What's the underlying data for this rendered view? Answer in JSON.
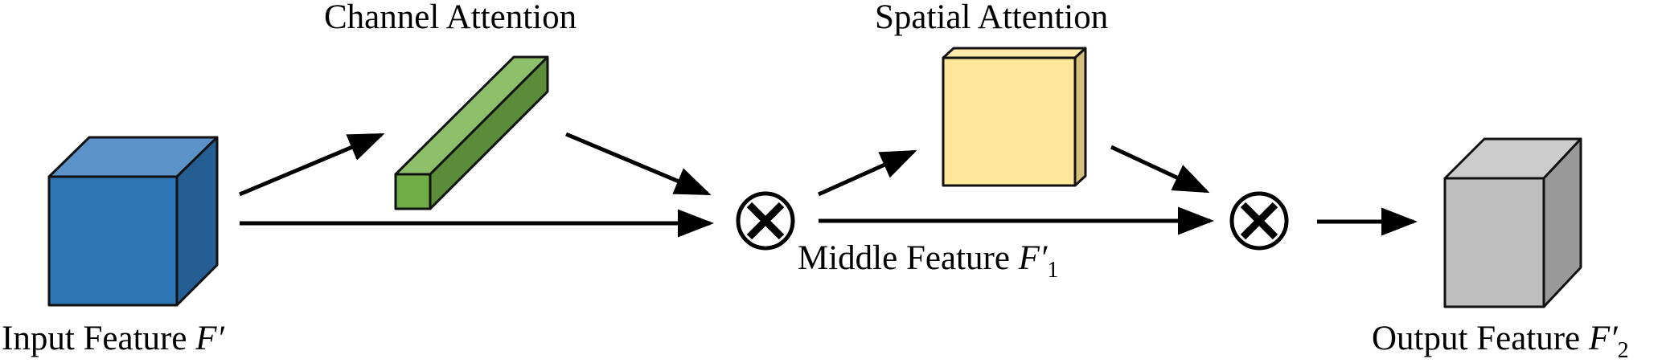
{
  "title": "CBAM attention module diagram",
  "labels": {
    "channel_attention": "Channel Attention",
    "spatial_attention": "Spatial Attention",
    "input_feature": "Input Feature",
    "input_symbol": "F′",
    "middle_feature": "Middle Feature",
    "middle_symbol": "F′",
    "middle_subscript": "1",
    "output_feature": "Output Feature",
    "output_symbol": "F′",
    "output_subscript": "2"
  },
  "nodes": [
    {
      "id": "input",
      "shape": "cube",
      "colors": {
        "front": "#2E75B6",
        "top": "#5B93C9",
        "side": "#245E93"
      }
    },
    {
      "id": "channel-attention",
      "shape": "bar",
      "colors": {
        "front": "#70AD47",
        "top": "#8DBF6A",
        "side": "#5A8C3A"
      }
    },
    {
      "id": "multiply-1",
      "shape": "otimes"
    },
    {
      "id": "spatial-attention",
      "shape": "slab",
      "colors": {
        "front": "#FFE699",
        "top": "#FFE9A8",
        "side": "#D4BF7D"
      }
    },
    {
      "id": "multiply-2",
      "shape": "otimes"
    },
    {
      "id": "output",
      "shape": "cube",
      "colors": {
        "front": "#BFBFBF",
        "top": "#CCCCCC",
        "side": "#999999"
      }
    }
  ],
  "edges": [
    {
      "from": "input",
      "to": "channel-attention"
    },
    {
      "from": "input",
      "to": "multiply-1"
    },
    {
      "from": "channel-attention",
      "to": "multiply-1"
    },
    {
      "from": "multiply-1",
      "to": "spatial-attention"
    },
    {
      "from": "multiply-1",
      "to": "multiply-2"
    },
    {
      "from": "spatial-attention",
      "to": "multiply-2"
    },
    {
      "from": "multiply-2",
      "to": "output"
    }
  ]
}
